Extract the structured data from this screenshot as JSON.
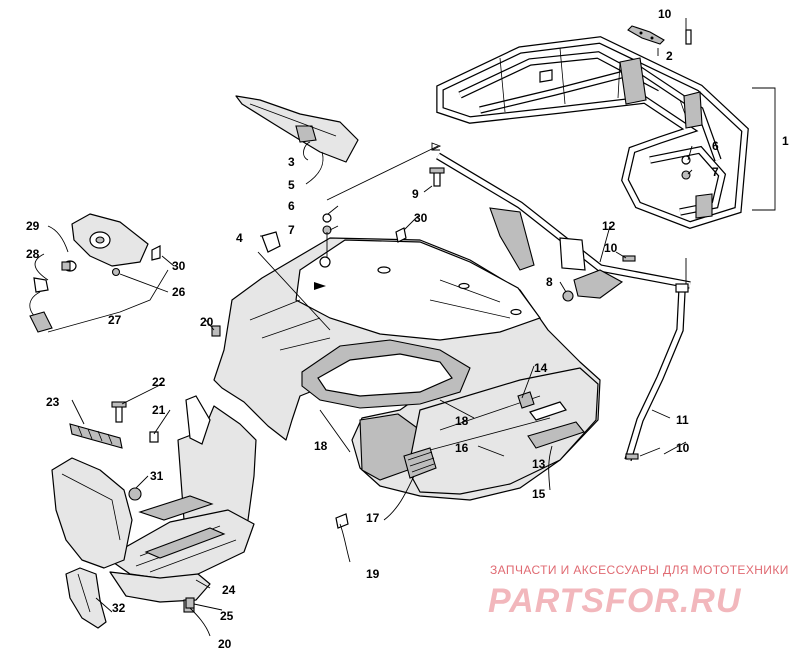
{
  "callouts": [
    {
      "id": "1",
      "label": "1"
    },
    {
      "id": "2",
      "label": "2"
    },
    {
      "id": "3",
      "label": "3"
    },
    {
      "id": "4",
      "label": "4"
    },
    {
      "id": "5",
      "label": "5"
    },
    {
      "id": "6a",
      "label": "6"
    },
    {
      "id": "6b",
      "label": "6"
    },
    {
      "id": "7a",
      "label": "7"
    },
    {
      "id": "7b",
      "label": "7"
    },
    {
      "id": "8",
      "label": "8"
    },
    {
      "id": "9",
      "label": "9"
    },
    {
      "id": "10a",
      "label": "10"
    },
    {
      "id": "10b",
      "label": "10"
    },
    {
      "id": "10c",
      "label": "10"
    },
    {
      "id": "11",
      "label": "11"
    },
    {
      "id": "12",
      "label": "12"
    },
    {
      "id": "13",
      "label": "13"
    },
    {
      "id": "14",
      "label": "14"
    },
    {
      "id": "15",
      "label": "15"
    },
    {
      "id": "16",
      "label": "16"
    },
    {
      "id": "17",
      "label": "17"
    },
    {
      "id": "18a",
      "label": "18"
    },
    {
      "id": "18b",
      "label": "18"
    },
    {
      "id": "19",
      "label": "19"
    },
    {
      "id": "20a",
      "label": "20"
    },
    {
      "id": "20b",
      "label": "20"
    },
    {
      "id": "21",
      "label": "21"
    },
    {
      "id": "22",
      "label": "22"
    },
    {
      "id": "23",
      "label": "23"
    },
    {
      "id": "24",
      "label": "24"
    },
    {
      "id": "25",
      "label": "25"
    },
    {
      "id": "26",
      "label": "26"
    },
    {
      "id": "27",
      "label": "27"
    },
    {
      "id": "28",
      "label": "28"
    },
    {
      "id": "29",
      "label": "29"
    },
    {
      "id": "30a",
      "label": "30"
    },
    {
      "id": "30b",
      "label": "30"
    },
    {
      "id": "31",
      "label": "31"
    },
    {
      "id": "32",
      "label": "32"
    }
  ],
  "watermark": {
    "tagline": "ЗАПЧАСТИ И АКСЕССУАРЫ ДЛЯ МОТОТЕХНИКИ",
    "logo": "PARTSFOR.RU"
  }
}
